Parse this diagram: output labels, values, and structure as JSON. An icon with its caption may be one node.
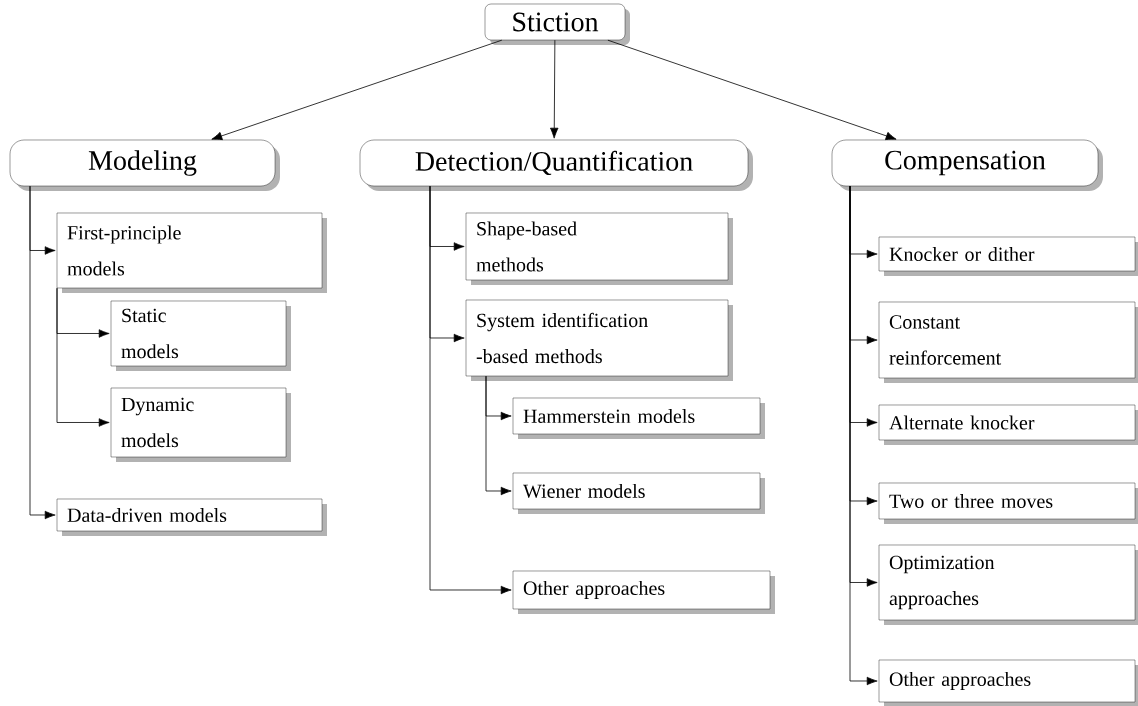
{
  "diagram": {
    "nodes": [
      {
        "text": [
          "Stiction"
        ]
      },
      {
        "text": [
          "Modeling"
        ]
      },
      {
        "text": [
          "Detection/Quantification"
        ]
      },
      {
        "text": [
          "Compensation"
        ]
      },
      {
        "text": [
          "First-principle models"
        ]
      },
      {
        "text": [
          "Static models"
        ]
      },
      {
        "text": [
          "Dynamic models"
        ]
      },
      {
        "text": [
          "Data-driven models"
        ]
      },
      {
        "text": [
          "Shape-based methods"
        ]
      },
      {
        "text": [
          "System identification -based methods"
        ]
      },
      {
        "text": [
          "Hammerstein models"
        ]
      },
      {
        "text": [
          "Wiener models"
        ]
      },
      {
        "text": [
          "Other approaches"
        ]
      },
      {
        "text": [
          "Knocker or dither"
        ]
      },
      {
        "text": [
          "Constant reinforcement"
        ]
      },
      {
        "text": [
          "Alternate knocker"
        ]
      },
      {
        "text": [
          "Two or three moves"
        ]
      },
      {
        "text": [
          "Optimization approaches"
        ]
      },
      {
        "text": [
          "Other approaches"
        ]
      }
    ],
    "edges": [
      {
        "from": 0,
        "to": 1,
        "arrow": "to"
      },
      {
        "from": 0,
        "to": 2,
        "arrow": "to"
      },
      {
        "from": 0,
        "to": 3,
        "arrow": "to"
      },
      {
        "from": 1,
        "to": 4,
        "arrow": "to"
      },
      {
        "from": 4,
        "to": 5,
        "arrow": "to"
      },
      {
        "from": 4,
        "to": 6,
        "arrow": "to"
      },
      {
        "from": 1,
        "to": 7,
        "arrow": "to"
      },
      {
        "from": 2,
        "to": 8,
        "arrow": "to"
      },
      {
        "from": 2,
        "to": 9,
        "arrow": "to"
      },
      {
        "from": 9,
        "to": 10,
        "arrow": "to"
      },
      {
        "from": 9,
        "to": 11,
        "arrow": "to"
      },
      {
        "from": 2,
        "to": 12,
        "arrow": "to"
      },
      {
        "from": 3,
        "to": 13,
        "arrow": "to"
      },
      {
        "from": 3,
        "to": 14,
        "arrow": "to"
      },
      {
        "from": 3,
        "to": 15,
        "arrow": "to"
      },
      {
        "from": 3,
        "to": 16,
        "arrow": "to"
      },
      {
        "from": 3,
        "to": 17,
        "arrow": "to"
      },
      {
        "from": 3,
        "to": 18,
        "arrow": "to"
      }
    ]
  }
}
